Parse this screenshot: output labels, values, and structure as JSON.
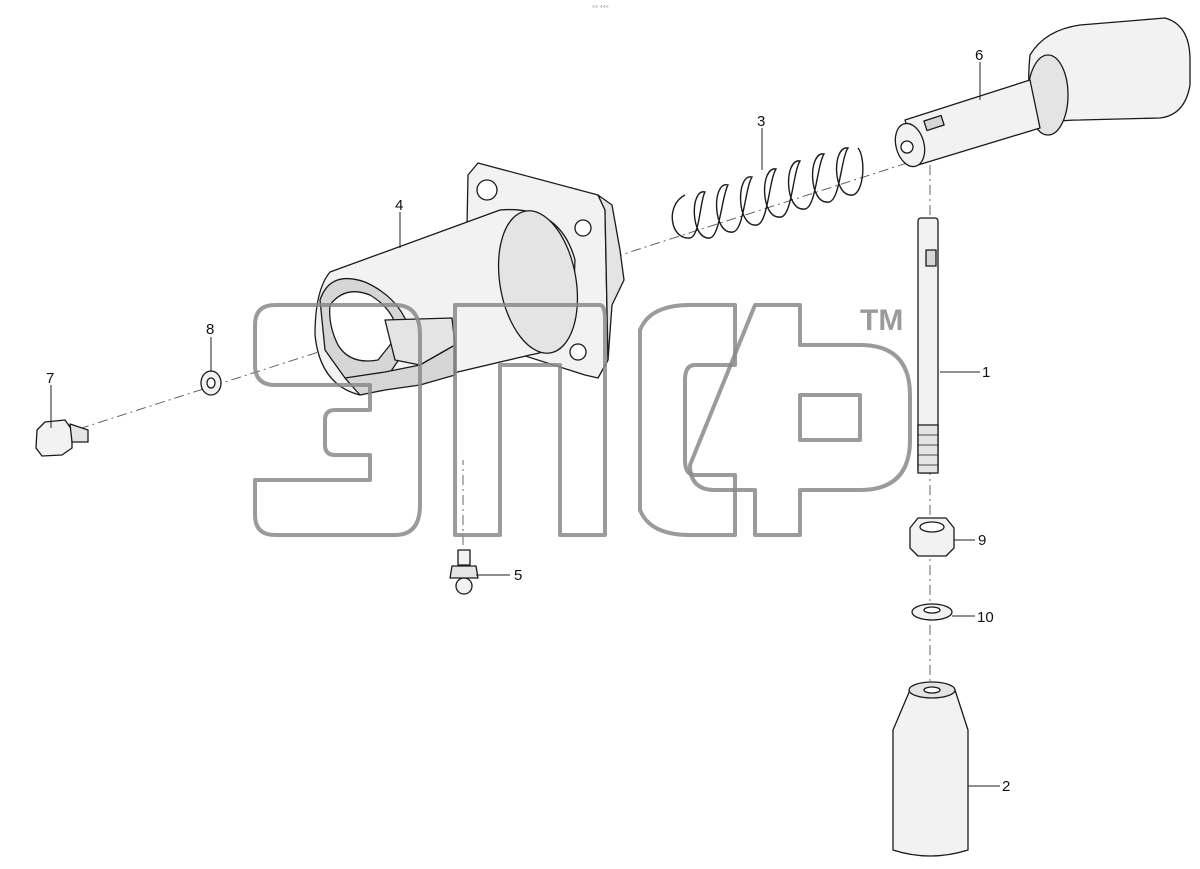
{
  "diagram": {
    "type": "exploded-parts-view",
    "top_note": "°° °°°",
    "watermark": {
      "text": "эпсф",
      "trademark": "TM"
    },
    "callouts": [
      {
        "id": "c1",
        "label": "1"
      },
      {
        "id": "c2",
        "label": "2"
      },
      {
        "id": "c3",
        "label": "3"
      },
      {
        "id": "c4",
        "label": "4"
      },
      {
        "id": "c5",
        "label": "5"
      },
      {
        "id": "c6",
        "label": "6"
      },
      {
        "id": "c7",
        "label": "7"
      },
      {
        "id": "c8",
        "label": "8"
      },
      {
        "id": "c9",
        "label": "9"
      },
      {
        "id": "c10",
        "label": "10"
      }
    ]
  }
}
